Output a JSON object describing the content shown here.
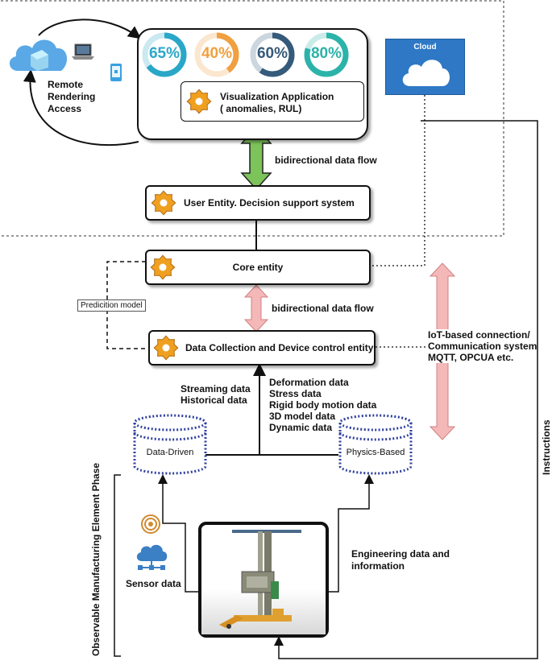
{
  "remote": {
    "label": "Remote\nRendering\nAccess"
  },
  "gauges": [
    {
      "label": "65%",
      "value": 65,
      "color": "#2aa7c8"
    },
    {
      "label": "40%",
      "value": 40,
      "color": "#f0a040"
    },
    {
      "label": "60%",
      "value": 60,
      "color": "#355a7a"
    },
    {
      "label": "80%",
      "value": 80,
      "color": "#2bb3a9"
    }
  ],
  "visualization": {
    "title": "Visualization Application",
    "subtitle": "( anomalies, RUL)"
  },
  "cloud": {
    "label": "Cloud",
    "color": "#2e78c5"
  },
  "flow_top": {
    "label": "bidirectional data flow"
  },
  "user_entity": {
    "label": "User Entity. Decision support system"
  },
  "core_entity": {
    "label": "Core entity"
  },
  "prediction_model": {
    "label": "Predicition model"
  },
  "flow_mid": {
    "label": "bidirectional data flow"
  },
  "data_collection": {
    "label": "Data Collection and Device control entity"
  },
  "iot": {
    "line1": "IoT-based connection/",
    "line2": "Communication system",
    "line3": "MQTT, OPCUA etc."
  },
  "streaming": {
    "line1": "Streaming data",
    "line2": "Historical data"
  },
  "physics_list": [
    "Deformation data",
    "Stress data",
    "Rigid body motion data",
    "3D model data",
    "Dynamic data"
  ],
  "db_data_driven": {
    "label": "Data-Driven"
  },
  "db_physics": {
    "label": "Physics-Based"
  },
  "phase": {
    "label": "Observable Manufacturing Element Phase"
  },
  "sensor": {
    "label": "Sensor data"
  },
  "engineering": {
    "line1": "Engineering data and",
    "line2": "information"
  },
  "instructions": {
    "label": "Instructions"
  },
  "colors": {
    "green_arrow": "#7cc35a",
    "pink_arrow": "#f4b8b8",
    "db_dots": "#2e3f9e",
    "gear": "#f0a020"
  }
}
